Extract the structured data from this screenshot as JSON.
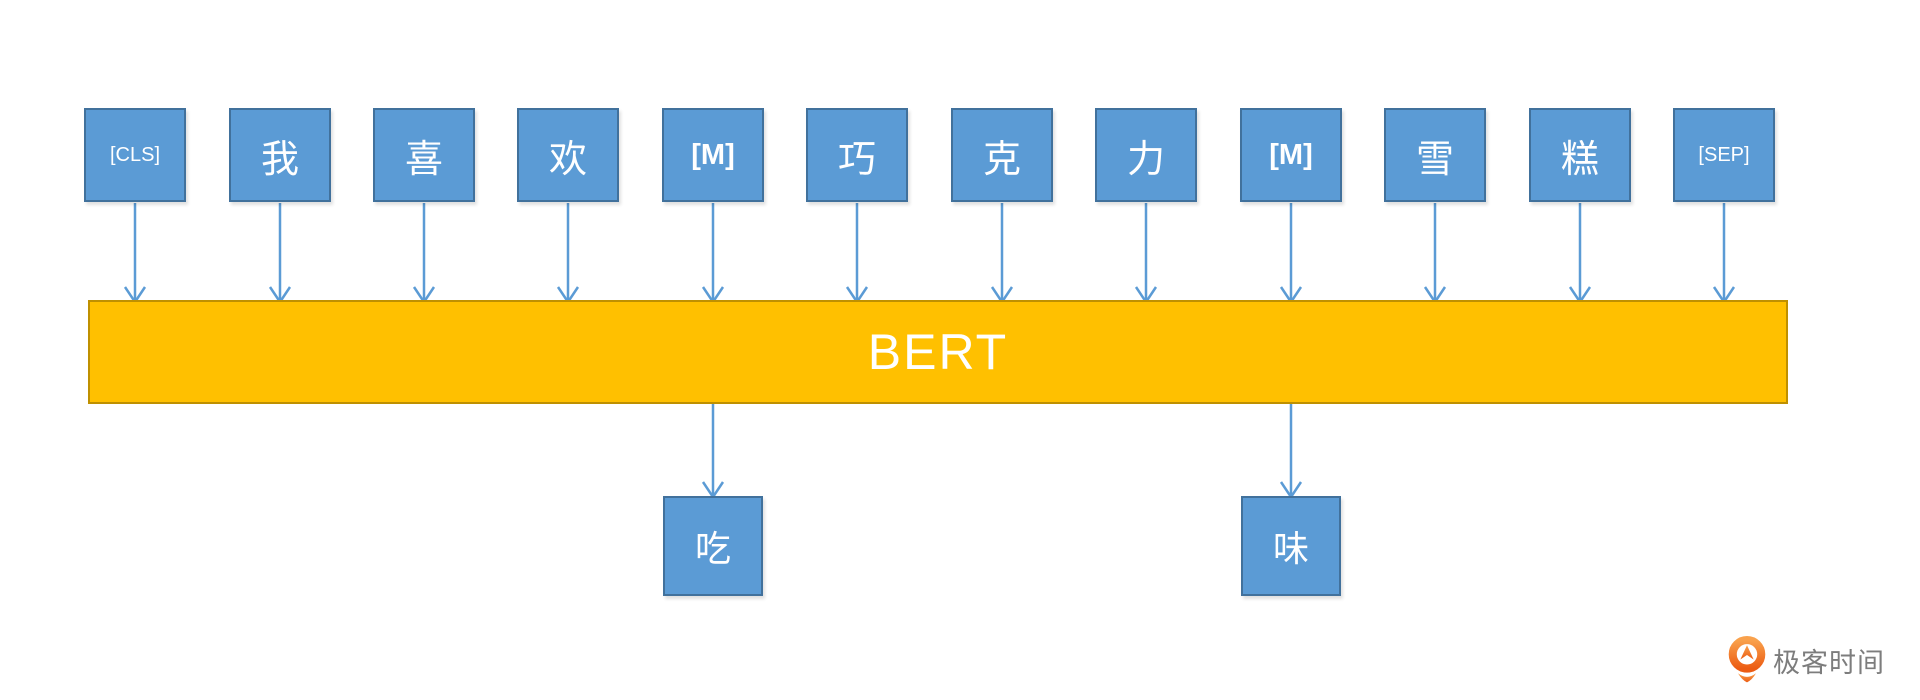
{
  "diagram": {
    "model_label": "BERT",
    "input_tokens": [
      {
        "label": "[CLS]",
        "kind": "special"
      },
      {
        "label": "我",
        "kind": "text"
      },
      {
        "label": "喜",
        "kind": "text"
      },
      {
        "label": "欢",
        "kind": "text"
      },
      {
        "label": "[M]",
        "kind": "mask"
      },
      {
        "label": "巧",
        "kind": "text"
      },
      {
        "label": "克",
        "kind": "text"
      },
      {
        "label": "力",
        "kind": "text"
      },
      {
        "label": "[M]",
        "kind": "mask"
      },
      {
        "label": "雪",
        "kind": "text"
      },
      {
        "label": "糕",
        "kind": "text"
      },
      {
        "label": "[SEP]",
        "kind": "special"
      }
    ],
    "output_tokens": [
      {
        "label": "吃",
        "predicted_for_input_index": 4
      },
      {
        "label": "味",
        "predicted_for_input_index": 8
      }
    ],
    "colors": {
      "token_fill": "#5B9BD5",
      "token_border": "#41719C",
      "token_text": "#FFFFFF",
      "arrow": "#5B9BD5",
      "bar_fill": "#FFC000",
      "bar_border": "#BF9000",
      "bar_text": "#FFFFFF"
    }
  },
  "branding": {
    "logo_text": "极客时间",
    "logo_color_top": "#F9A14C",
    "logo_color_bottom": "#EC5C13",
    "logo_text_color": "#7D7D7D"
  }
}
